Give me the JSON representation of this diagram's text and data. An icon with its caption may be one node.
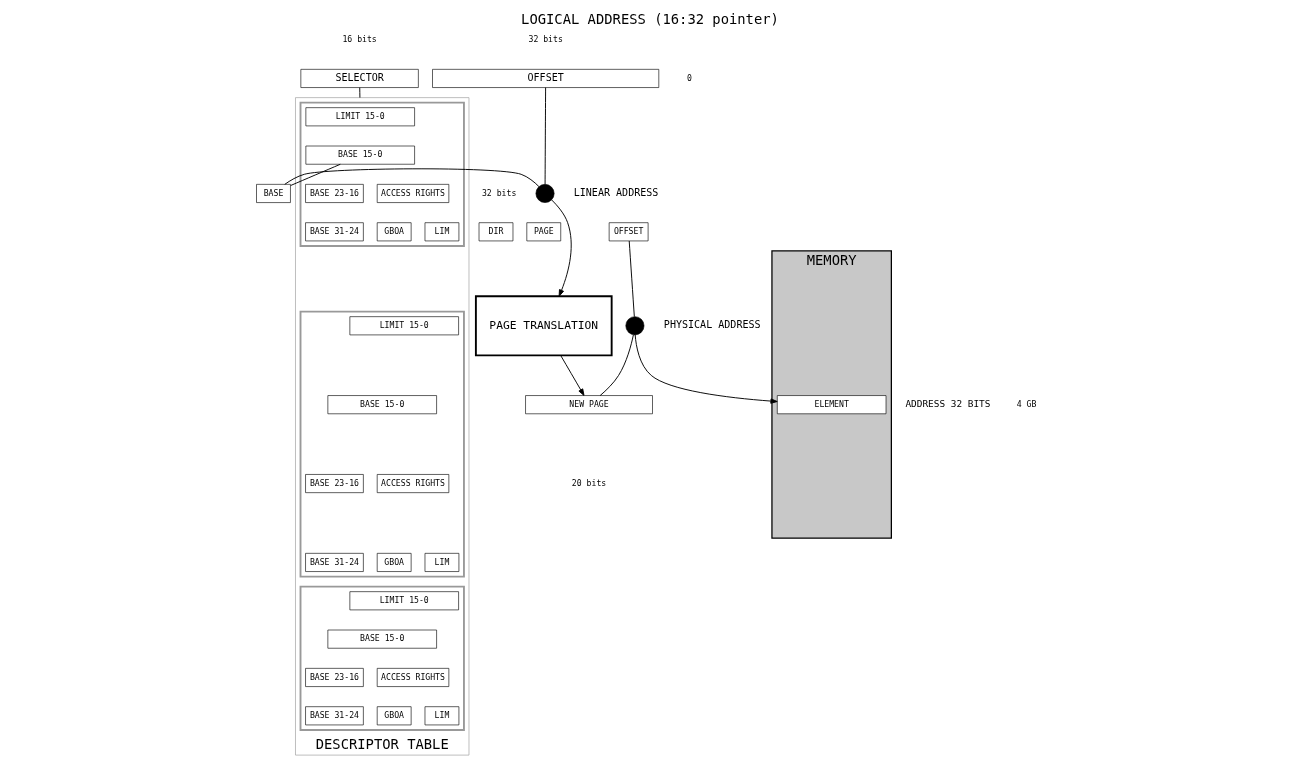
{
  "diagram": {
    "title": "LOGICAL ADDRESS (16:32 pointer)",
    "nodes": [
      {
        "text": [
          "SELECTOR"
        ]
      },
      {
        "text": [
          "OFFSET"
        ]
      },
      {
        "text": [
          "DESCRIPTOR TABLE"
        ]
      },
      {
        "text": [],
        "shape": "box",
        "in": 2
      },
      {
        "text": [
          "LIMIT 15-0"
        ],
        "in": 3
      },
      {
        "text": [
          "BASE 15-0"
        ],
        "in": 3
      },
      {
        "text": [
          "BASE 23-16"
        ],
        "in": 3
      },
      {
        "text": [
          "ACCESS RIGHTS"
        ],
        "in": 3
      },
      {
        "text": [
          "BASE 31-24"
        ],
        "in": 3
      },
      {
        "text": [
          "GBOA"
        ],
        "in": 3
      },
      {
        "text": [
          "LIM"
        ],
        "in": 3
      },
      {
        "text": [],
        "shape": "box",
        "in": 2
      },
      {
        "text": [
          "LIMIT 15-0"
        ],
        "in": 11
      },
      {
        "text": [
          "BASE 15-0"
        ],
        "in": 11
      },
      {
        "text": [
          "BASE 23-16"
        ],
        "in": 11
      },
      {
        "text": [
          "ACCESS RIGHTS"
        ],
        "in": 11
      },
      {
        "text": [
          "BASE 31-24"
        ],
        "in": 11
      },
      {
        "text": [
          "GBOA"
        ],
        "in": 11
      },
      {
        "text": [
          "LIM"
        ],
        "in": 11
      },
      {
        "text": [],
        "shape": "box",
        "in": 2
      },
      {
        "text": [
          "LIMIT 15-0"
        ],
        "in": 19
      },
      {
        "text": [
          "BASE 15-0"
        ],
        "in": 19
      },
      {
        "text": [
          "BASE 23-16"
        ],
        "in": 19
      },
      {
        "text": [
          "ACCESS RIGHTS"
        ],
        "in": 19
      },
      {
        "text": [
          "BASE 31-24"
        ],
        "in": 19
      },
      {
        "text": [
          "GBOA"
        ],
        "in": 19
      },
      {
        "text": [
          "LIM"
        ],
        "in": 19
      },
      {
        "text": [
          "BASE"
        ]
      },
      {
        "text": [],
        "shape": "circle",
        "beside": [
          "LINEAR ADDRESS"
        ]
      },
      {
        "text": [
          "DIR"
        ]
      },
      {
        "text": [
          "PAGE"
        ]
      },
      {
        "text": [
          "OFFSET"
        ]
      },
      {
        "text": [
          "PAGE TRANSLATION"
        ]
      },
      {
        "text": [
          "NEW PAGE"
        ]
      },
      {
        "text": [],
        "shape": "circle",
        "beside": [
          "PHYSICAL ADDRESS"
        ]
      },
      {
        "text": [
          "MEMORY"
        ],
        "beside": [
          "ADDRESS 32 BITS"
        ]
      },
      {
        "text": [
          "ELEMENT"
        ],
        "in": 35
      }
    ],
    "edges": [
      {
        "from": 0,
        "to": 2,
        "arrow": "none"
      },
      {
        "from": 1,
        "to": 28,
        "arrow": "none"
      },
      {
        "from": 5,
        "to": 27,
        "arrow": "none"
      },
      {
        "from": 27,
        "to": 28,
        "arrow": "none"
      },
      {
        "from": 28,
        "to": 32,
        "arrow": "to"
      },
      {
        "from": 32,
        "to": 33,
        "arrow": "to"
      },
      {
        "from": 33,
        "to": 34,
        "arrow": "none"
      },
      {
        "from": 31,
        "to": 34,
        "arrow": "none"
      },
      {
        "from": 34,
        "to": 36,
        "arrow": "to"
      }
    ],
    "labels": [
      "16 bits",
      "32 bits",
      "0",
      "32 bits",
      "20 bits",
      "4 GB"
    ]
  }
}
